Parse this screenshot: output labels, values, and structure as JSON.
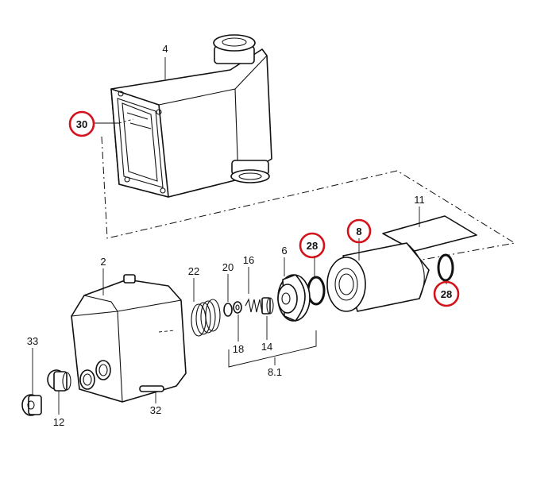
{
  "highlight_color": "#d4121b",
  "callouts": [
    {
      "id": "c4",
      "label": "4",
      "highlighted": false
    },
    {
      "id": "c30",
      "label": "30",
      "highlighted": true
    },
    {
      "id": "c11",
      "label": "11",
      "highlighted": false
    },
    {
      "id": "c8",
      "label": "8",
      "highlighted": true
    },
    {
      "id": "c28a",
      "label": "28",
      "highlighted": true
    },
    {
      "id": "c28b",
      "label": "28",
      "highlighted": true
    },
    {
      "id": "c2",
      "label": "2",
      "highlighted": false
    },
    {
      "id": "c22",
      "label": "22",
      "highlighted": false
    },
    {
      "id": "c20",
      "label": "20",
      "highlighted": false
    },
    {
      "id": "c16",
      "label": "16",
      "highlighted": false
    },
    {
      "id": "c6",
      "label": "6",
      "highlighted": false
    },
    {
      "id": "c18",
      "label": "18",
      "highlighted": false
    },
    {
      "id": "c14",
      "label": "14",
      "highlighted": false
    },
    {
      "id": "c81",
      "label": "8.1",
      "highlighted": false
    },
    {
      "id": "c33",
      "label": "33",
      "highlighted": false
    },
    {
      "id": "c12",
      "label": "12",
      "highlighted": false
    },
    {
      "id": "c32",
      "label": "32",
      "highlighted": false
    }
  ]
}
